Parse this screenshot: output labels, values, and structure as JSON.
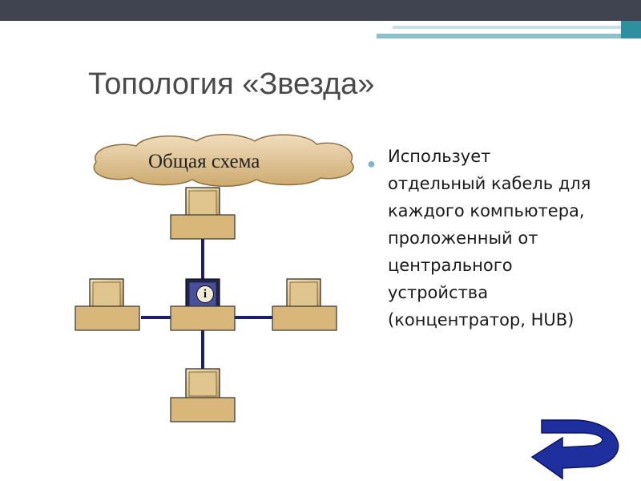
{
  "title": "Топология «Звезда»",
  "cloud_label": "Общая схема",
  "bullet_text": [
    "Использует",
    "отдельный кабель для",
    "каждого компьютера,",
    "проложенный от",
    "центрального",
    "устройства",
    "(концентратор, HUB)"
  ],
  "hub_symbol": "i",
  "colors": {
    "top_band": "#3f4450",
    "accent": "#7fb6c6",
    "cable": "#1c1f6e",
    "computer_fill": "#d9b77a",
    "hub_screen": "#3a3f8a",
    "arrow": "#1f2f9e"
  },
  "icons": {
    "nav": "return-arrow-icon"
  }
}
